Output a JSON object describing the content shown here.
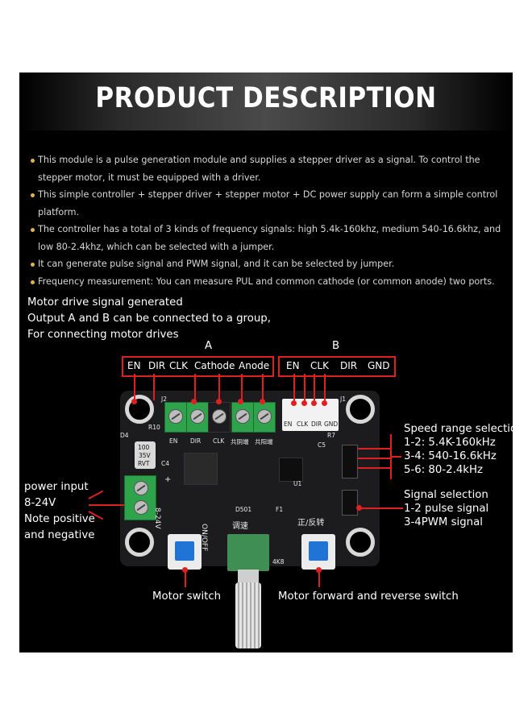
{
  "title": "PRODUCT DESCRIPTION",
  "bullets": [
    "This module is a pulse generation module and supplies a stepper driver as a signal. To control the stepper motor, it must be equipped with a driver.",
    "This simple controller + stepper driver + stepper motor + DC power supply can form a simple control platform.",
    "The controller has a total of 3 kinds of frequency signals: high 5.4k-160khz, medium 540-16.6khz, and low 80-2.4khz, which can be selected with a jumper.",
    "It can generate pulse signal and PWM signal, and it can be selected by jumper.",
    "Frequency measurement: You can measure PUL and common cathode (or common anode) two ports."
  ],
  "motor_drive": {
    "line1": "Motor drive signal generated",
    "line2": "Output A and B can be connected to a group,",
    "line3": "For connecting motor drives"
  },
  "group_a": {
    "letter": "A",
    "labels": [
      "EN",
      "DIR",
      "CLK",
      "Cathode",
      "Anode"
    ]
  },
  "group_b": {
    "letter": "B",
    "labels": [
      "EN",
      "CLK",
      "DIR",
      "GND"
    ]
  },
  "speed_range": {
    "title": "Speed range selection",
    "items": [
      "1-2: 5.4K-160kHz",
      "3-4: 540-16.6kHz",
      "5-6: 80-2.4kHz"
    ]
  },
  "signal_selection": {
    "title": "Signal selection",
    "items": [
      "1-2 pulse signal",
      "3-4PWM signal"
    ]
  },
  "power_input": {
    "lines": [
      "power input",
      "8-24V",
      "Note positive",
      "and negative"
    ]
  },
  "motor_switch": "Motor switch",
  "forward_reverse_switch": "Motor forward and reverse switch",
  "board_silk": {
    "j2": "J2",
    "terminal_a": [
      "EN",
      "DIR",
      "CLK",
      "共阴端",
      "共阳端"
    ],
    "terminal_b": [
      "EN",
      "CLK",
      "DIR",
      "GND"
    ],
    "j1": "J1",
    "cap": [
      "100",
      "35V",
      "RVT"
    ],
    "power": "8-24V",
    "plus": "+",
    "speed": "调速",
    "direction": "正/反转",
    "onoff": "ON/OFF",
    "r10": "R10",
    "d4": "D4",
    "c4": "C4",
    "f1": "F1",
    "diode": "D501",
    "pot": "4K8",
    "u1": "U1",
    "c5": "C5",
    "r7": "R7"
  },
  "colors": {
    "annotation": "#e02020",
    "bullet_dot": "#e3b24a",
    "terminal_green": "#2fa24c",
    "switch_blue": "#1f74d6"
  }
}
